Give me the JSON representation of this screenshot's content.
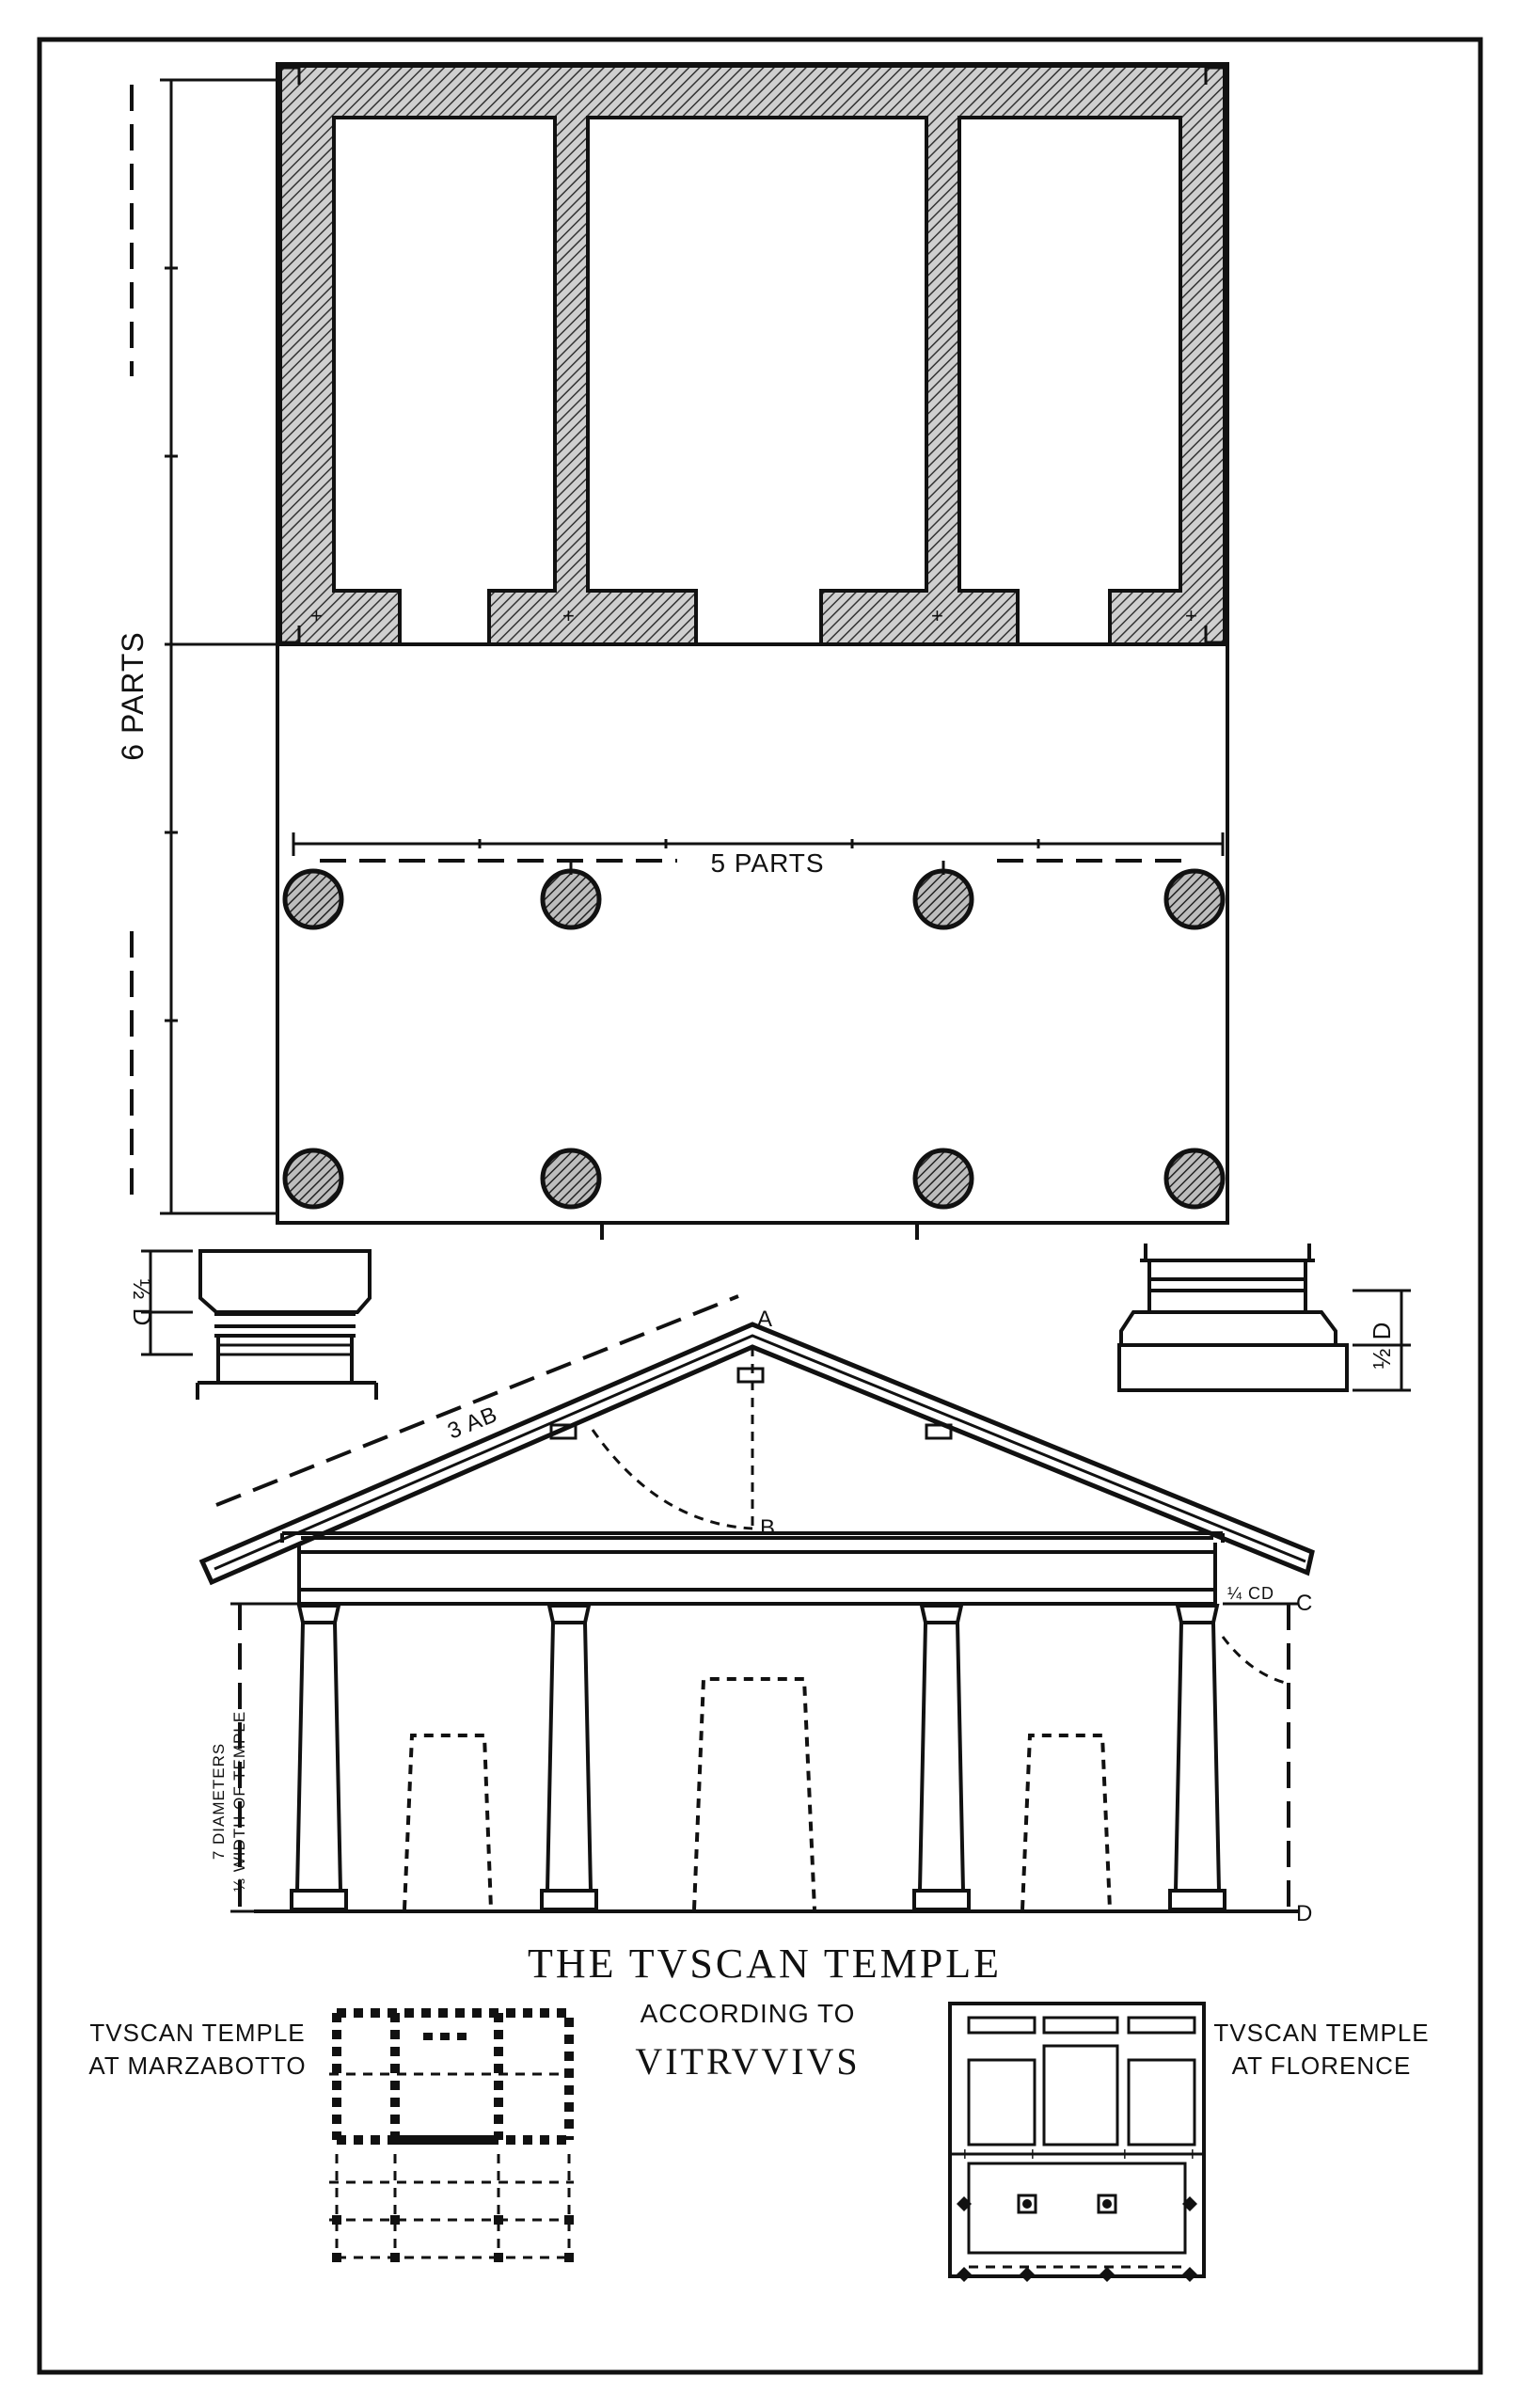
{
  "plate": {
    "title": "THE TVSCAN TEMPLE",
    "subtitle_line1": "ACCORDING TO",
    "subtitle_line2": "VITRVVIVS"
  },
  "plan": {
    "depth_label": "6 PARTS",
    "width_label": "5 PARTS"
  },
  "details": {
    "capital_label": "½ D",
    "base_label": "½ D"
  },
  "elevation": {
    "point_a": "A",
    "point_b": "B",
    "point_c": "C",
    "point_d": "D",
    "pediment_label": "3 AB",
    "entablature_label": "¼ CD",
    "height_line1": "7 DIAMETERS",
    "height_line2": "⅓ WIDTH OF TEMPLE"
  },
  "insets": {
    "marzabotto_line1": "TVSCAN TEMPLE",
    "marzabotto_line2": "AT MARZABOTTO",
    "florence_line1": "TVSCAN TEMPLE",
    "florence_line2": "AT FLORENCE"
  },
  "colors": {
    "ink": "#111111",
    "paper": "#ffffff",
    "hatch": "#555555"
  }
}
